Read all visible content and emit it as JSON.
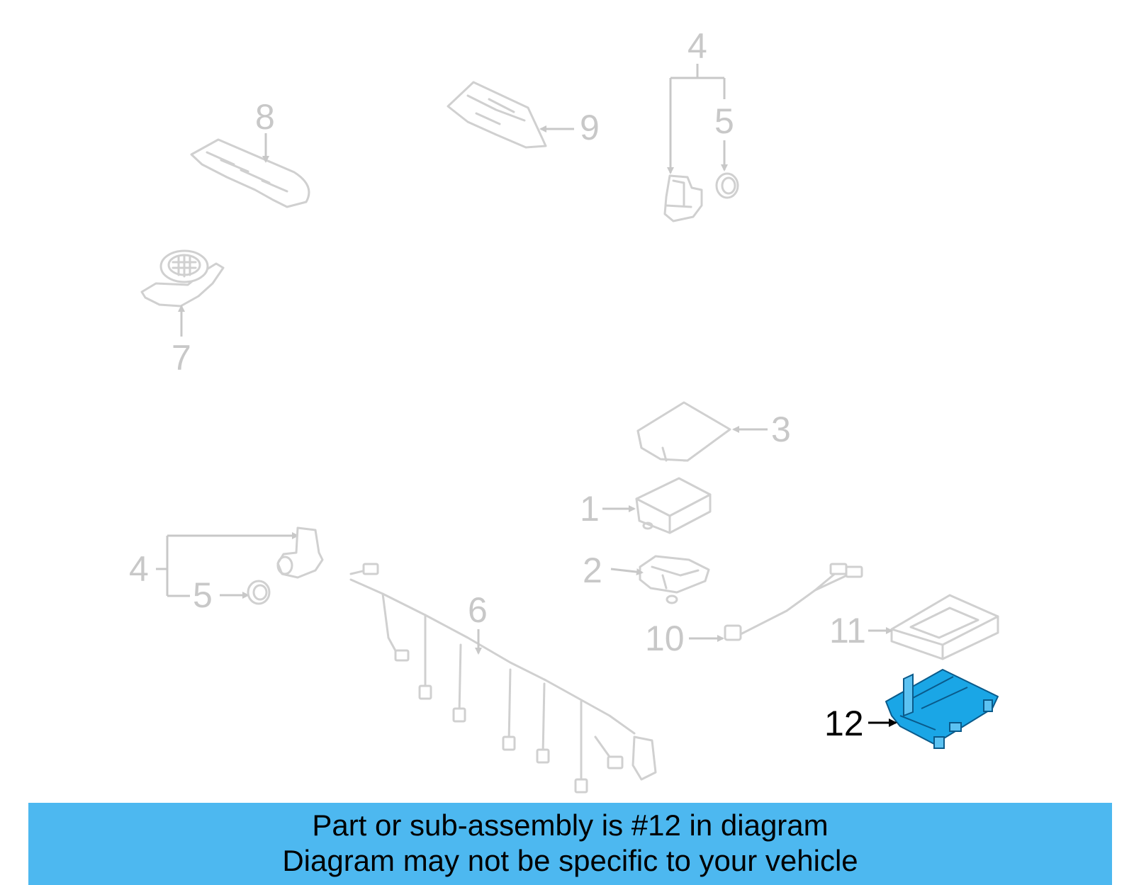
{
  "diagram": {
    "highlight_color": "#1aa6e6",
    "dim_color": "#c8c8c8",
    "callouts": {
      "c1": "1",
      "c2": "2",
      "c3": "3",
      "c4a": "4",
      "c4b": "4",
      "c5a": "5",
      "c5b": "5",
      "c6": "6",
      "c7": "7",
      "c8": "8",
      "c9": "9",
      "c10": "10",
      "c11": "11",
      "c12": "12"
    }
  },
  "banner": {
    "line1": "Part or sub-assembly is #12 in diagram",
    "line2": "Diagram may not be specific to your vehicle",
    "background": "#4db8f0"
  }
}
